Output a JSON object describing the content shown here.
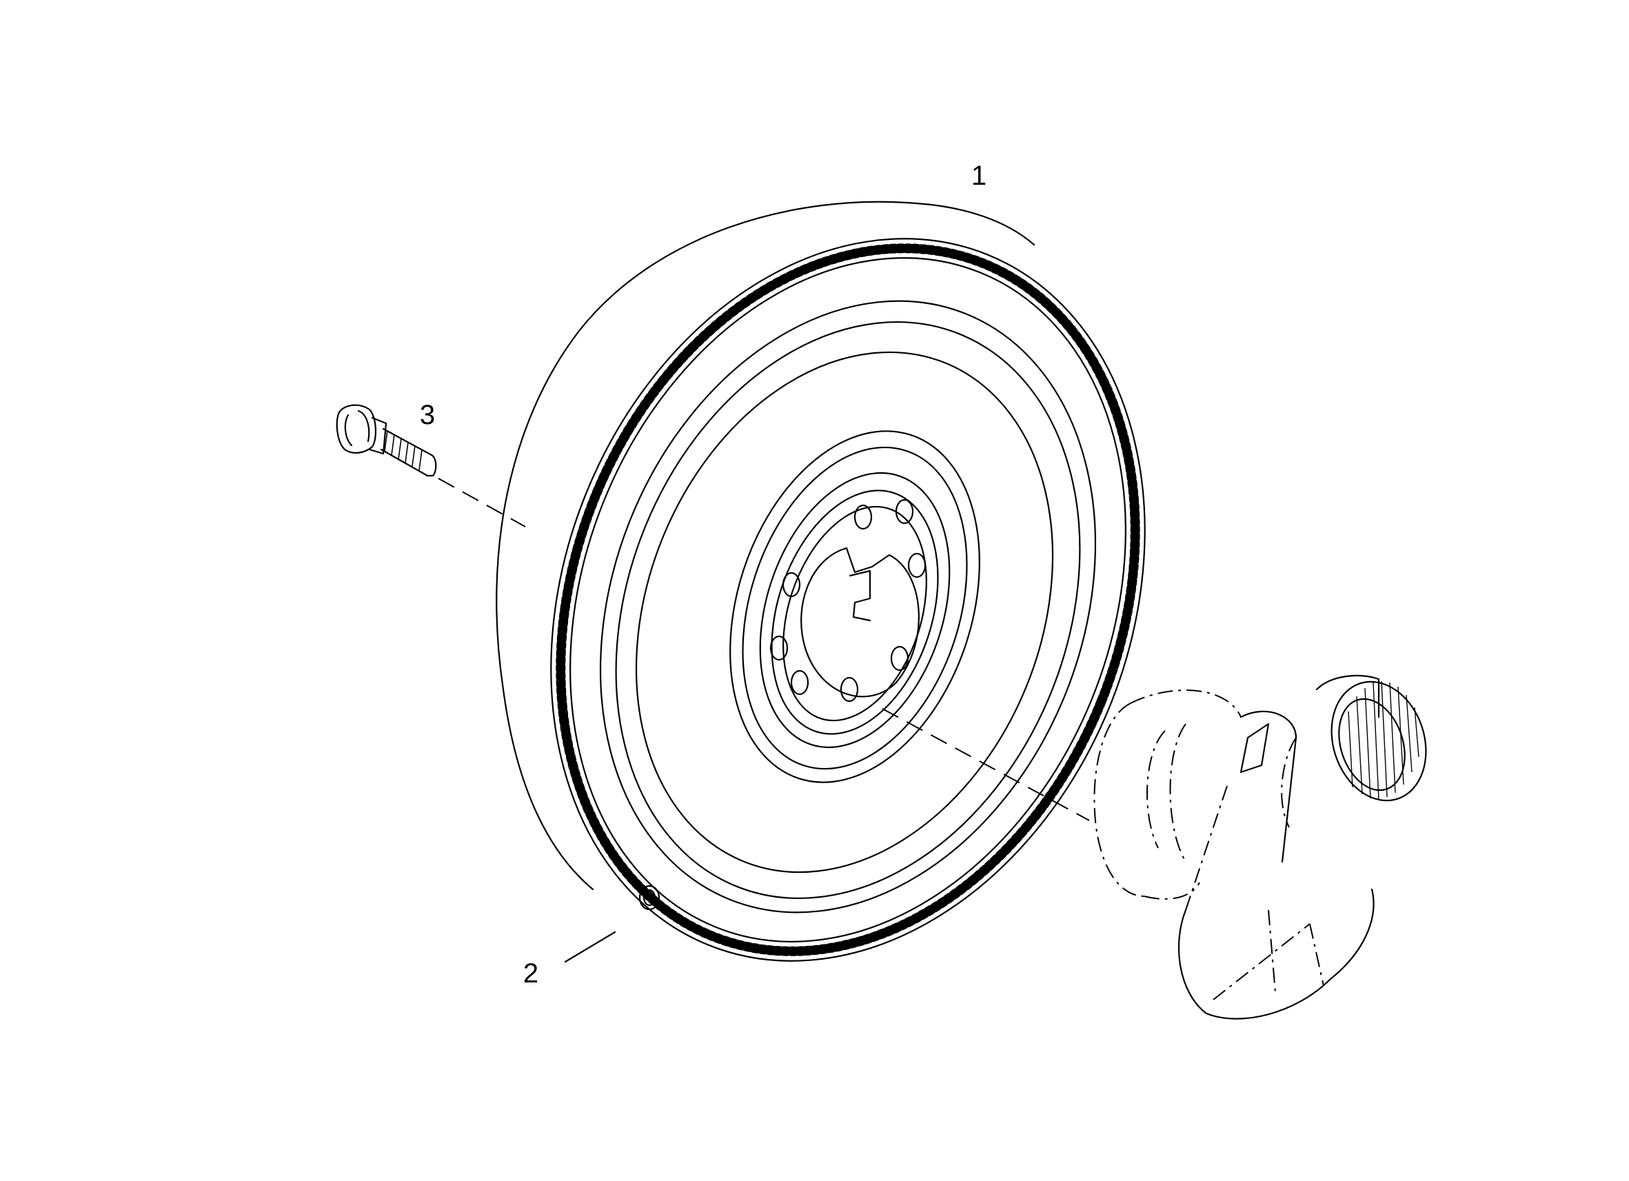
{
  "callouts": [
    {
      "id": "flywheel",
      "label": "1"
    },
    {
      "id": "ring-gear",
      "label": "2"
    },
    {
      "id": "bolt",
      "label": "3"
    }
  ],
  "colors": {
    "line": "#000000",
    "background": "#ffffff"
  }
}
